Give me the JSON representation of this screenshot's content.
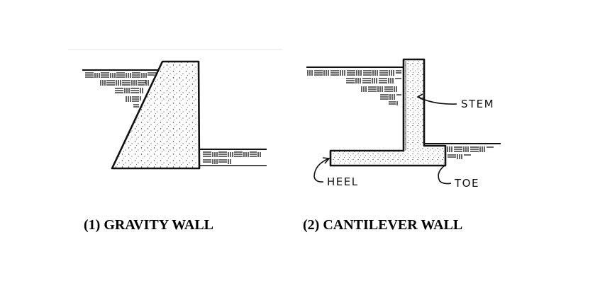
{
  "diagrams": [
    {
      "caption": "(1) GRAVITY WALL"
    },
    {
      "caption": "(2) CANTILEVER WALL",
      "labels": {
        "stem": "STEM",
        "heel": "HEEL",
        "toe": "TOE"
      }
    }
  ]
}
